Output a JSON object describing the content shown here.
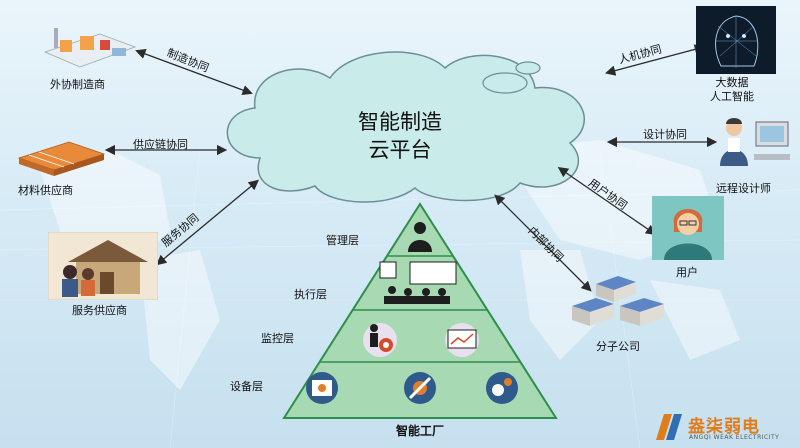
{
  "center": {
    "line1": "智能制造",
    "line2": "云平台"
  },
  "left_nodes": [
    {
      "label": "外协制造商",
      "link": "制造协同"
    },
    {
      "label": "材料供应商",
      "link": "供应链协同"
    },
    {
      "label": "服务供应商",
      "link": "服务协同"
    }
  ],
  "right_nodes": [
    {
      "label_lines": [
        "大数据",
        "人工智能"
      ],
      "link": "人机协同"
    },
    {
      "label": "远程设计师",
      "link": "设计协同"
    },
    {
      "label": "用户",
      "link": "用户协同"
    },
    {
      "label": "分子公司",
      "link": "内部协同"
    }
  ],
  "pyramid": {
    "title": "智能工厂",
    "layers": [
      "管理层",
      "执行层",
      "监控层",
      "设备层"
    ]
  },
  "brand": {
    "name": "盎柒弱电",
    "sub": "ANGQI WEAK ELECTRICITY",
    "accent": "#e07c1a"
  },
  "colors": {
    "pyramid_fill": "#a7d9b2",
    "pyramid_line": "#2f8f4a",
    "cloud_fill": "#c9ebea",
    "arrow": "#2b2b2b"
  }
}
